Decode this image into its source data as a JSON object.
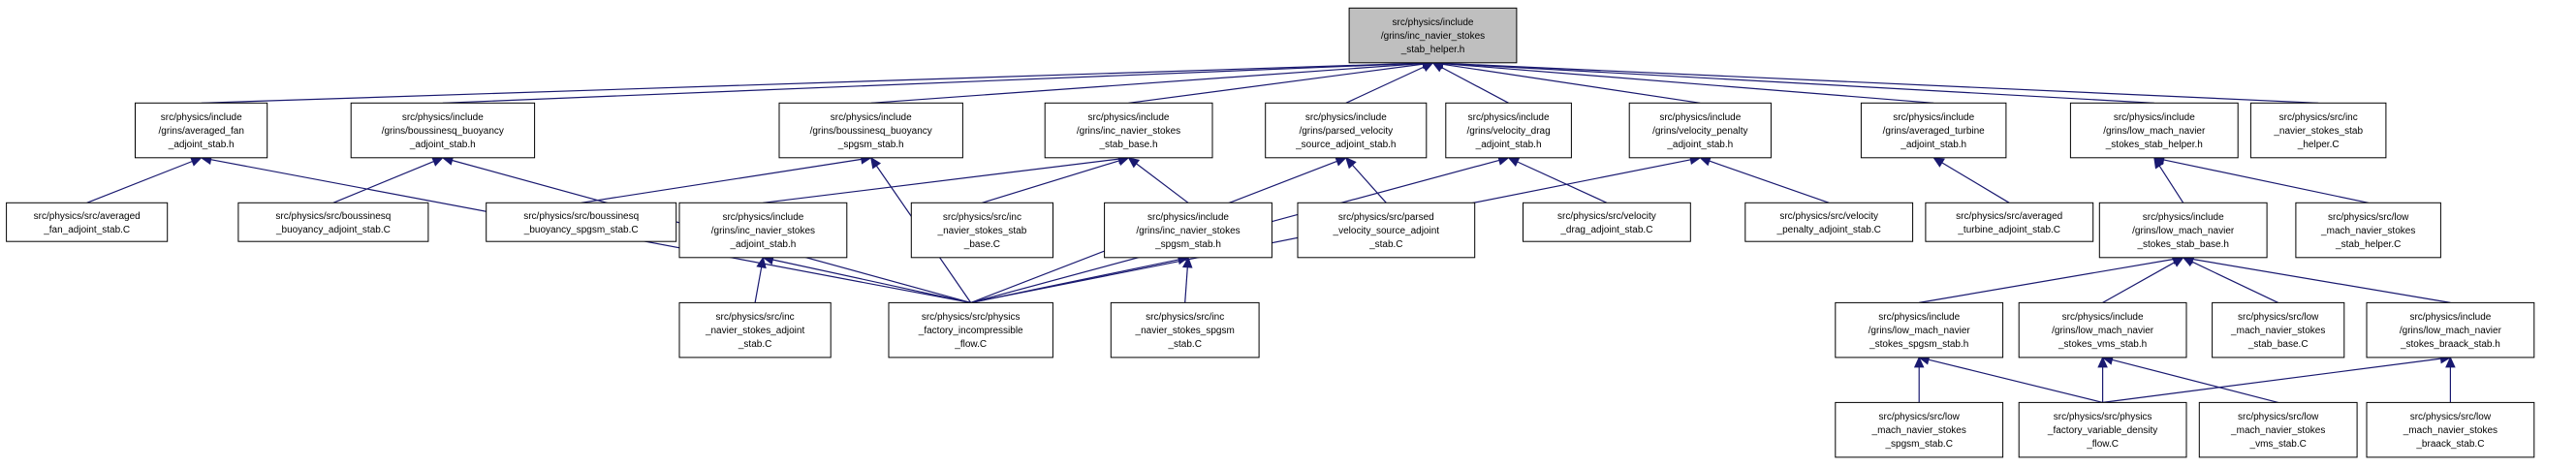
{
  "nodes": [
    {
      "id": "root",
      "lines": [
        "src/physics/include",
        "/grins/inc_navier_stokes",
        "_stab_helper.h"
      ]
    },
    {
      "id": "avg_fan_h",
      "lines": [
        "src/physics/include",
        "/grins/averaged_fan",
        "_adjoint_stab.h"
      ]
    },
    {
      "id": "bous_adj_h",
      "lines": [
        "src/physics/include",
        "/grins/boussinesq_buoyancy",
        "_adjoint_stab.h"
      ]
    },
    {
      "id": "bous_spgsm_h",
      "lines": [
        "src/physics/include",
        "/grins/boussinesq_buoyancy",
        "_spgsm_stab.h"
      ]
    },
    {
      "id": "inc_base_h",
      "lines": [
        "src/physics/include",
        "/grins/inc_navier_stokes",
        "_stab_base.h"
      ]
    },
    {
      "id": "parsed_vel_h",
      "lines": [
        "src/physics/include",
        "/grins/parsed_velocity",
        "_source_adjoint_stab.h"
      ]
    },
    {
      "id": "vel_drag_h",
      "lines": [
        "src/physics/include",
        "/grins/velocity_drag",
        "_adjoint_stab.h"
      ]
    },
    {
      "id": "vel_pen_h",
      "lines": [
        "src/physics/include",
        "/grins/velocity_penalty",
        "_adjoint_stab.h"
      ]
    },
    {
      "id": "avg_turb_h",
      "lines": [
        "src/physics/include",
        "/grins/averaged_turbine",
        "_adjoint_stab.h"
      ]
    },
    {
      "id": "low_helper_h",
      "lines": [
        "src/physics/include",
        "/grins/low_mach_navier",
        "_stokes_stab_helper.h"
      ]
    },
    {
      "id": "inc_helper_c",
      "lines": [
        "src/physics/src/inc",
        "_navier_stokes_stab",
        "_helper.C"
      ]
    },
    {
      "id": "avg_fan_c",
      "lines": [
        "src/physics/src/averaged",
        "_fan_adjoint_stab.C"
      ]
    },
    {
      "id": "bous_adj_c",
      "lines": [
        "src/physics/src/boussinesq",
        "_buoyancy_adjoint_stab.C"
      ]
    },
    {
      "id": "bous_spgsm_c",
      "lines": [
        "src/physics/src/boussinesq",
        "_buoyancy_spgsm_stab.C"
      ]
    },
    {
      "id": "inc_adj_h",
      "lines": [
        "src/physics/include",
        "/grins/inc_navier_stokes",
        "_adjoint_stab.h"
      ]
    },
    {
      "id": "inc_base_c",
      "lines": [
        "src/physics/src/inc",
        "_navier_stokes_stab",
        "_base.C"
      ]
    },
    {
      "id": "inc_spgsm_h",
      "lines": [
        "src/physics/include",
        "/grins/inc_navier_stokes",
        "_spgsm_stab.h"
      ]
    },
    {
      "id": "parsed_vel_c",
      "lines": [
        "src/physics/src/parsed",
        "_velocity_source_adjoint",
        "_stab.C"
      ]
    },
    {
      "id": "vel_drag_c",
      "lines": [
        "src/physics/src/velocity",
        "_drag_adjoint_stab.C"
      ]
    },
    {
      "id": "vel_pen_c",
      "lines": [
        "src/physics/src/velocity",
        "_penalty_adjoint_stab.C"
      ]
    },
    {
      "id": "avg_turb_c",
      "lines": [
        "src/physics/src/averaged",
        "_turbine_adjoint_stab.C"
      ]
    },
    {
      "id": "low_base_h",
      "lines": [
        "src/physics/include",
        "/grins/low_mach_navier",
        "_stokes_stab_base.h"
      ]
    },
    {
      "id": "low_helper_c",
      "lines": [
        "src/physics/src/low",
        "_mach_navier_stokes",
        "_stab_helper.C"
      ]
    },
    {
      "id": "inc_adj_c",
      "lines": [
        "src/physics/src/inc",
        "_navier_stokes_adjoint",
        "_stab.C"
      ]
    },
    {
      "id": "fac_inc_c",
      "lines": [
        "src/physics/src/physics",
        "_factory_incompressible",
        "_flow.C"
      ]
    },
    {
      "id": "inc_spgsm_c",
      "lines": [
        "src/physics/src/inc",
        "_navier_stokes_spgsm",
        "_stab.C"
      ]
    },
    {
      "id": "low_spgsm_h",
      "lines": [
        "src/physics/include",
        "/grins/low_mach_navier",
        "_stokes_spgsm_stab.h"
      ]
    },
    {
      "id": "low_vms_h",
      "lines": [
        "src/physics/include",
        "/grins/low_mach_navier",
        "_stokes_vms_stab.h"
      ]
    },
    {
      "id": "low_base_c",
      "lines": [
        "src/physics/src/low",
        "_mach_navier_stokes",
        "_stab_base.C"
      ]
    },
    {
      "id": "low_braack_h",
      "lines": [
        "src/physics/include",
        "/grins/low_mach_navier",
        "_stokes_braack_stab.h"
      ]
    },
    {
      "id": "low_spgsm_c",
      "lines": [
        "src/physics/src/low",
        "_mach_navier_stokes",
        "_spgsm_stab.C"
      ]
    },
    {
      "id": "fac_var_c",
      "lines": [
        "src/physics/src/physics",
        "_factory_variable_density",
        "_flow.C"
      ]
    },
    {
      "id": "low_vms_c",
      "lines": [
        "src/physics/src/low",
        "_mach_navier_stokes",
        "_vms_stab.C"
      ]
    },
    {
      "id": "low_braack_c",
      "lines": [
        "src/physics/src/low",
        "_mach_navier_stokes",
        "_braack_stab.C"
      ]
    }
  ],
  "edges": [
    {
      "from": "avg_fan_h",
      "to": "root"
    },
    {
      "from": "bous_adj_h",
      "to": "root"
    },
    {
      "from": "bous_spgsm_h",
      "to": "root"
    },
    {
      "from": "inc_base_h",
      "to": "root"
    },
    {
      "from": "parsed_vel_h",
      "to": "root"
    },
    {
      "from": "vel_drag_h",
      "to": "root"
    },
    {
      "from": "vel_pen_h",
      "to": "root"
    },
    {
      "from": "avg_turb_h",
      "to": "root"
    },
    {
      "from": "low_helper_h",
      "to": "root"
    },
    {
      "from": "inc_helper_c",
      "to": "root"
    },
    {
      "from": "avg_fan_c",
      "to": "avg_fan_h"
    },
    {
      "from": "fac_inc_c",
      "to": "avg_fan_h"
    },
    {
      "from": "bous_adj_c",
      "to": "bous_adj_h"
    },
    {
      "from": "fac_inc_c",
      "to": "bous_adj_h"
    },
    {
      "from": "bous_spgsm_c",
      "to": "bous_spgsm_h"
    },
    {
      "from": "fac_inc_c",
      "to": "bous_spgsm_h"
    },
    {
      "from": "inc_adj_h",
      "to": "inc_base_h"
    },
    {
      "from": "inc_base_c",
      "to": "inc_base_h"
    },
    {
      "from": "inc_spgsm_h",
      "to": "inc_base_h"
    },
    {
      "from": "parsed_vel_c",
      "to": "parsed_vel_h"
    },
    {
      "from": "fac_inc_c",
      "to": "parsed_vel_h"
    },
    {
      "from": "vel_drag_c",
      "to": "vel_drag_h"
    },
    {
      "from": "fac_inc_c",
      "to": "vel_drag_h"
    },
    {
      "from": "vel_pen_c",
      "to": "vel_pen_h"
    },
    {
      "from": "fac_inc_c",
      "to": "vel_pen_h"
    },
    {
      "from": "avg_turb_c",
      "to": "avg_turb_h"
    },
    {
      "from": "low_base_h",
      "to": "low_helper_h"
    },
    {
      "from": "low_helper_c",
      "to": "low_helper_h"
    },
    {
      "from": "inc_adj_c",
      "to": "inc_adj_h"
    },
    {
      "from": "fac_inc_c",
      "to": "inc_adj_h"
    },
    {
      "from": "fac_inc_c",
      "to": "inc_spgsm_h"
    },
    {
      "from": "inc_spgsm_c",
      "to": "inc_spgsm_h"
    },
    {
      "from": "low_spgsm_h",
      "to": "low_base_h"
    },
    {
      "from": "low_vms_h",
      "to": "low_base_h"
    },
    {
      "from": "low_base_c",
      "to": "low_base_h"
    },
    {
      "from": "low_braack_h",
      "to": "low_base_h"
    },
    {
      "from": "low_spgsm_c",
      "to": "low_spgsm_h"
    },
    {
      "from": "fac_var_c",
      "to": "low_spgsm_h"
    },
    {
      "from": "fac_var_c",
      "to": "low_vms_h"
    },
    {
      "from": "low_vms_c",
      "to": "low_vms_h"
    },
    {
      "from": "fac_var_c",
      "to": "low_braack_h"
    },
    {
      "from": "low_braack_c",
      "to": "low_braack_h"
    }
  ],
  "colors": {
    "edge": "#191970",
    "root_fill": "#bfbfbf",
    "node_fill": "#ffffff",
    "border": "#000000"
  }
}
